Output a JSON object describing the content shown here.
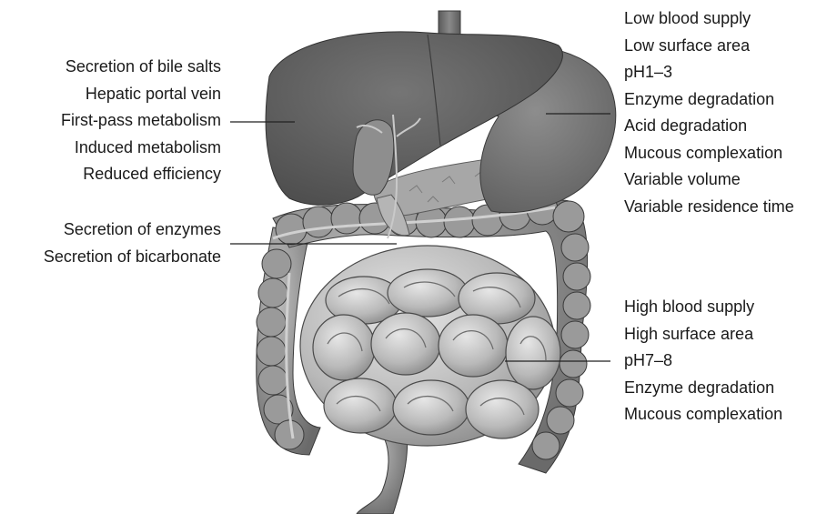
{
  "colors": {
    "background": "#ffffff",
    "text": "#1a1a1a",
    "leader_line": "#222222",
    "organ_dark": "#636363",
    "organ_mid": "#8a8a8a",
    "intestine_light": "#b8b8b8",
    "outline": "#3a3a3a"
  },
  "organs": {
    "liver": {
      "labels": [
        "Secretion of bile salts",
        "Hepatic portal vein",
        "First-pass metabolism",
        "Induced metabolism",
        "Reduced efficiency"
      ]
    },
    "pancreas": {
      "labels": [
        "Secretion of enzymes",
        "Secretion of bicarbonate"
      ]
    },
    "stomach": {
      "labels": [
        "Low blood supply",
        "Low surface area",
        "pH1–3",
        "Enzyme degradation",
        "Acid degradation",
        "Mucous complexation",
        "Variable volume",
        "Variable residence time"
      ]
    },
    "small_intestine": {
      "labels": [
        "High blood supply",
        "High surface area",
        "pH7–8",
        "Enzyme degradation",
        "Mucous complexation"
      ]
    }
  }
}
